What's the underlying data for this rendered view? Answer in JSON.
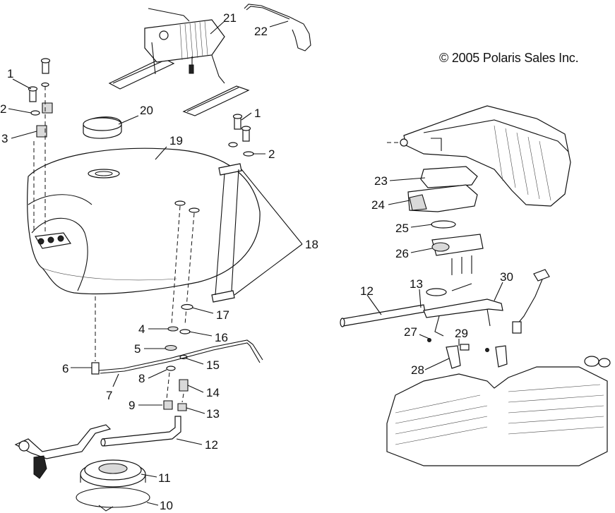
{
  "copyright": "© 2005 Polaris Sales Inc.",
  "callouts": [
    {
      "id": "c21",
      "text": "21"
    },
    {
      "id": "c22",
      "text": "22"
    },
    {
      "id": "c1a",
      "text": "1"
    },
    {
      "id": "c2a",
      "text": "2"
    },
    {
      "id": "c3",
      "text": "3"
    },
    {
      "id": "c20",
      "text": "20"
    },
    {
      "id": "c19",
      "text": "19"
    },
    {
      "id": "c1b",
      "text": "1"
    },
    {
      "id": "c2b",
      "text": "2"
    },
    {
      "id": "c18",
      "text": "18"
    },
    {
      "id": "c17",
      "text": "17"
    },
    {
      "id": "c4",
      "text": "4"
    },
    {
      "id": "c16",
      "text": "16"
    },
    {
      "id": "c5",
      "text": "5"
    },
    {
      "id": "c15",
      "text": "15"
    },
    {
      "id": "c6",
      "text": "6"
    },
    {
      "id": "c8",
      "text": "8"
    },
    {
      "id": "c14",
      "text": "14"
    },
    {
      "id": "c7",
      "text": "7"
    },
    {
      "id": "c9",
      "text": "9"
    },
    {
      "id": "c13a",
      "text": "13"
    },
    {
      "id": "c12a",
      "text": "12"
    },
    {
      "id": "c11",
      "text": "11"
    },
    {
      "id": "c10",
      "text": "10"
    },
    {
      "id": "c23",
      "text": "23"
    },
    {
      "id": "c24",
      "text": "24"
    },
    {
      "id": "c25",
      "text": "25"
    },
    {
      "id": "c26",
      "text": "26"
    },
    {
      "id": "c12b",
      "text": "12"
    },
    {
      "id": "c13b",
      "text": "13"
    },
    {
      "id": "c30",
      "text": "30"
    },
    {
      "id": "c27",
      "text": "27"
    },
    {
      "id": "c29",
      "text": "29"
    },
    {
      "id": "c28",
      "text": "28"
    }
  ]
}
